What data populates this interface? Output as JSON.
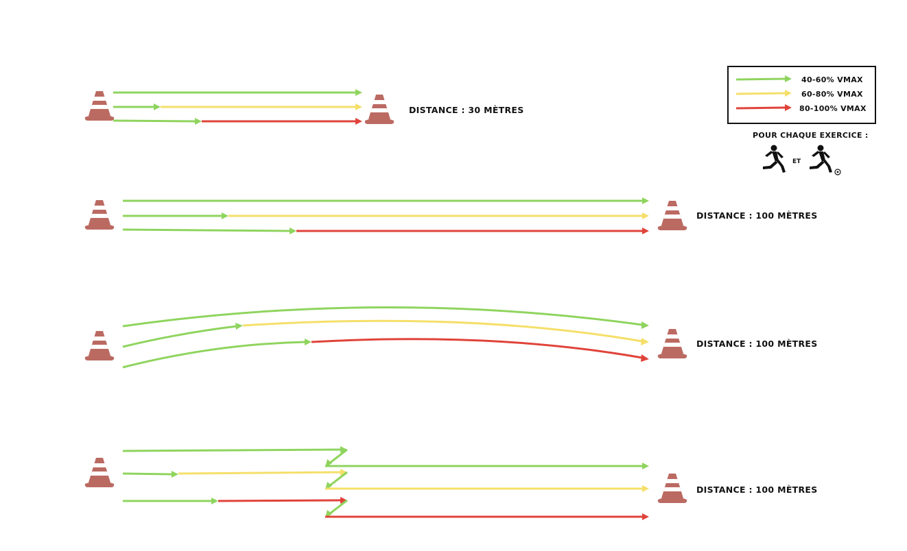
{
  "colors": {
    "green": "#8fd45e",
    "yellow": "#f5df6a",
    "red": "#e0433a",
    "cone": "#bb6a62",
    "stroke_box": "#111111"
  },
  "legend": {
    "items": [
      {
        "color_key": "green",
        "label": "40-60% VMAX"
      },
      {
        "color_key": "yellow",
        "label": "60-80% VMAX"
      },
      {
        "color_key": "red",
        "label": "80-100% VMAX"
      }
    ],
    "note": "POUR CHAQUE EXERCICE :",
    "connector": "ET",
    "icons": [
      "runner-icon",
      "runner-with-ball-icon"
    ]
  },
  "exercises": [
    {
      "distance_label": "DISTANCE : 30 MÈTRES",
      "pattern": "straight"
    },
    {
      "distance_label": "DISTANCE : 100 MÈTRES",
      "pattern": "straight"
    },
    {
      "distance_label": "DISTANCE : 100 MÈTRES",
      "pattern": "curved"
    },
    {
      "distance_label": "DISTANCE : 100 MÈTRES",
      "pattern": "zigzag"
    }
  ]
}
